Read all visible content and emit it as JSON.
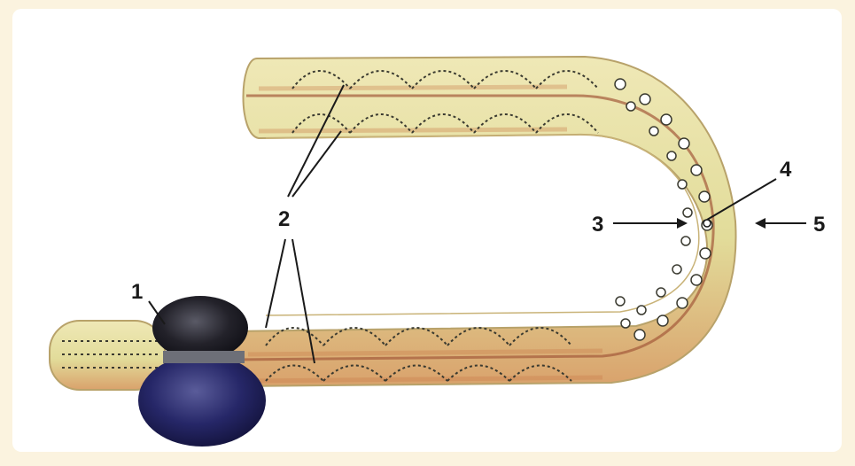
{
  "figure": {
    "labels": [
      {
        "id": "label-1",
        "text": "1"
      },
      {
        "id": "label-2",
        "text": "2"
      },
      {
        "id": "label-3",
        "text": "3"
      },
      {
        "id": "label-4",
        "text": "4"
      },
      {
        "id": "label-5",
        "text": "5"
      }
    ]
  },
  "colors": {
    "background": "#fbf3df",
    "panel": "#ffffff",
    "chromosome_fill": "#e2dc9a",
    "chromosome_shadow": "#d28a55",
    "centromere_top": "#1c1a22",
    "centromere_bottom": "#242560",
    "chromomere_line": "#3a3a30"
  }
}
